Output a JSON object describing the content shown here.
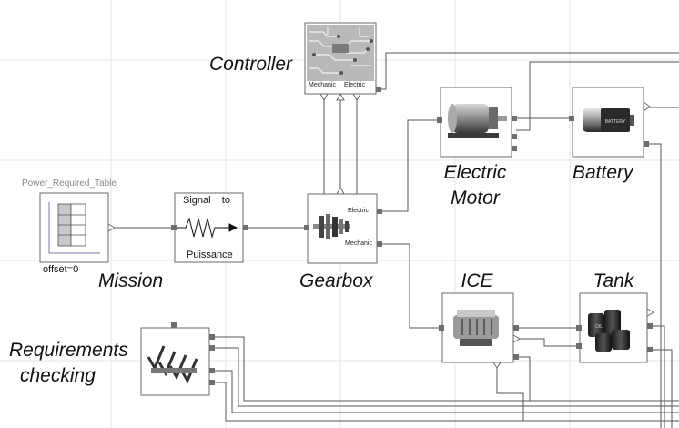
{
  "blocks": {
    "controller": {
      "label": "Controller",
      "port_left": "Mechanic",
      "port_right": "Electric"
    },
    "power_table": {
      "caption": "Power_Required_Table",
      "param": "offset=0"
    },
    "mission": {
      "label": "Mission"
    },
    "signal": {
      "line1": "Signal    to",
      "line2": "Puissance"
    },
    "gearbox": {
      "label": "Gearbox",
      "port_top": "Electric",
      "port_bottom": "Mechanic"
    },
    "electric_motor": {
      "label_line1": "Electric",
      "label_line2": "Motor"
    },
    "battery": {
      "label": "Battery",
      "badge": "BATTERY"
    },
    "ice": {
      "label": "ICE"
    },
    "tank": {
      "label": "Tank",
      "badge": "OIL"
    },
    "requirements": {
      "label_line1": "Requirements",
      "label_line2": "checking"
    }
  },
  "colors": {
    "wire": "#555555",
    "port": "#6e6e6e",
    "block_border": "#6a6a6a",
    "grid": "#e6e6e6"
  }
}
